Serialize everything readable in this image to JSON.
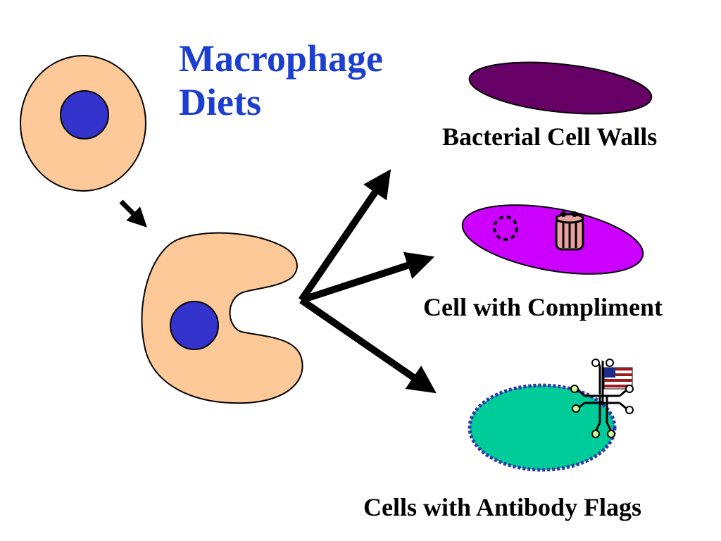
{
  "title": {
    "line1": "Macrophage",
    "line2": "Diets"
  },
  "targets": {
    "bacterial_cell_walls": "Bacterial Cell Walls",
    "cell_with_compliment": "Cell with Compliment",
    "cells_with_antibody_flags": "Cells with Antibody Flags"
  },
  "colors": {
    "title": "#1c3fcf",
    "macrophage_body": "#fdc998",
    "nucleus": "#3333cc",
    "bacterial_wall": "#660066",
    "complement_cell": "#cc00ff",
    "antibody_cell": "#00cc99",
    "antibody_cell_border": "#3333aa",
    "arrow": "#000000"
  }
}
